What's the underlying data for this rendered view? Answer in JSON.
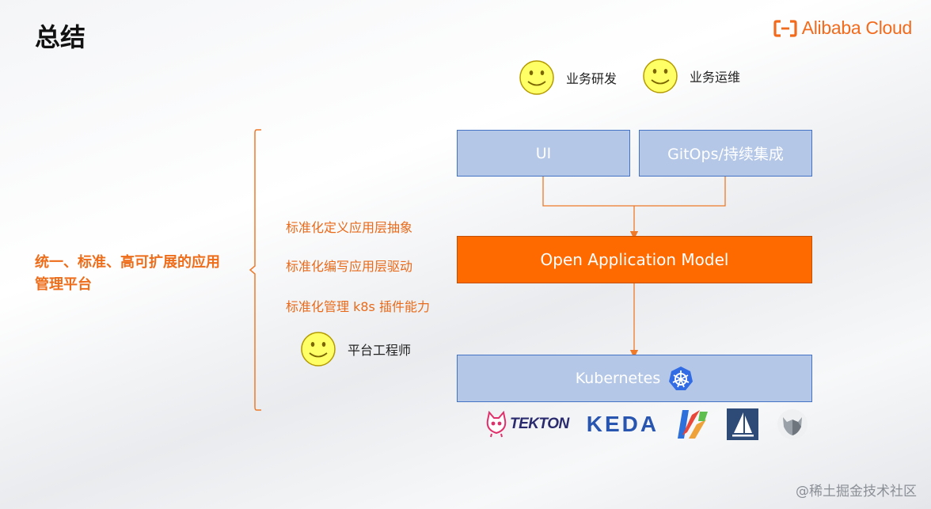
{
  "slide": {
    "title": "总结"
  },
  "brand": {
    "name": "Alibaba Cloud",
    "color": "#f26b1d"
  },
  "roles": {
    "dev": "业务研发",
    "ops": "业务运维",
    "platform": "平台工程师"
  },
  "left_summary": "统一、标准、高可扩展的应用管理平台",
  "standards": [
    "标准化定义应用层抽象",
    "标准化编写应用层驱动",
    "标准化管理 k8s 插件能力"
  ],
  "boxes": {
    "ui": "UI",
    "gitops": "GitOps/持续集成",
    "oam": "Open Application Model",
    "k8s": "Kubernetes"
  },
  "tools": {
    "tekton": "TEKTON",
    "keda": "KEDA"
  },
  "colors": {
    "accent": "#ff6a00",
    "box_fill": "#b4c7e7",
    "box_border": "#4472c4"
  },
  "watermark": "@稀土掘金技术社区"
}
